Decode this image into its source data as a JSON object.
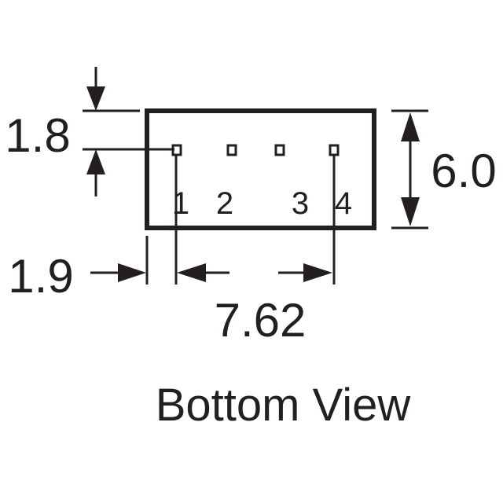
{
  "dimensions": {
    "pin_offset_vertical": "1.8",
    "body_height": "6.0",
    "edge_offset_horizontal": "1.9",
    "pin_span": "7.62"
  },
  "pins": [
    "1",
    "2",
    "3",
    "4"
  ],
  "caption": "Bottom View",
  "colors": {
    "ink": "#231f20",
    "background": "#ffffff"
  }
}
